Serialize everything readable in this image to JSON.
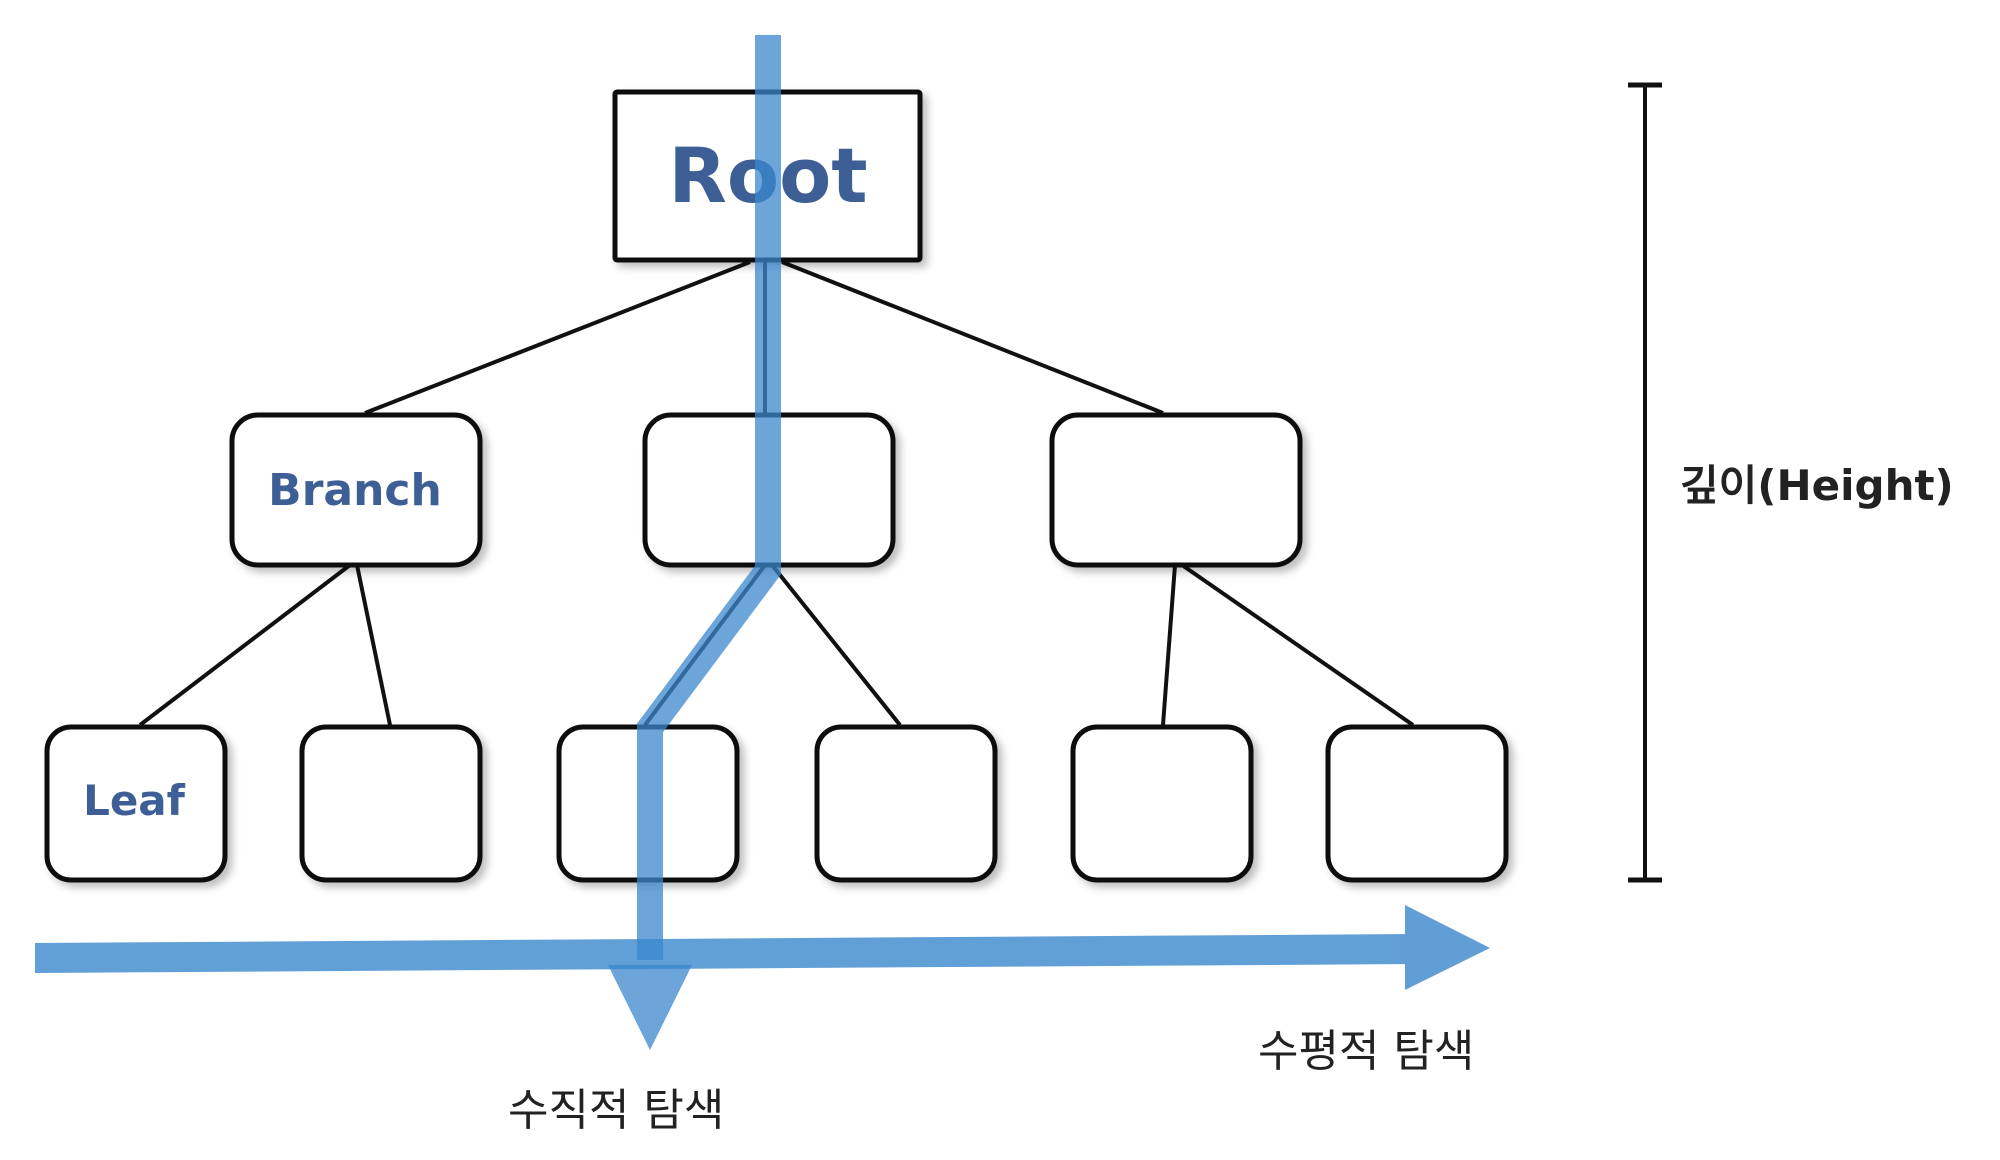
{
  "nodes": {
    "root": {
      "label": "Root"
    },
    "branch": {
      "label": "Branch"
    },
    "leaf": {
      "label": "Leaf"
    }
  },
  "labels": {
    "height": "깊이(Height)",
    "vertical_search": "수직적 탐색",
    "horizontal_search": "수평적 탐색"
  },
  "colors": {
    "node_text": "#3d5f96",
    "search_path": "#5b9bd5",
    "outline": "#111111"
  }
}
